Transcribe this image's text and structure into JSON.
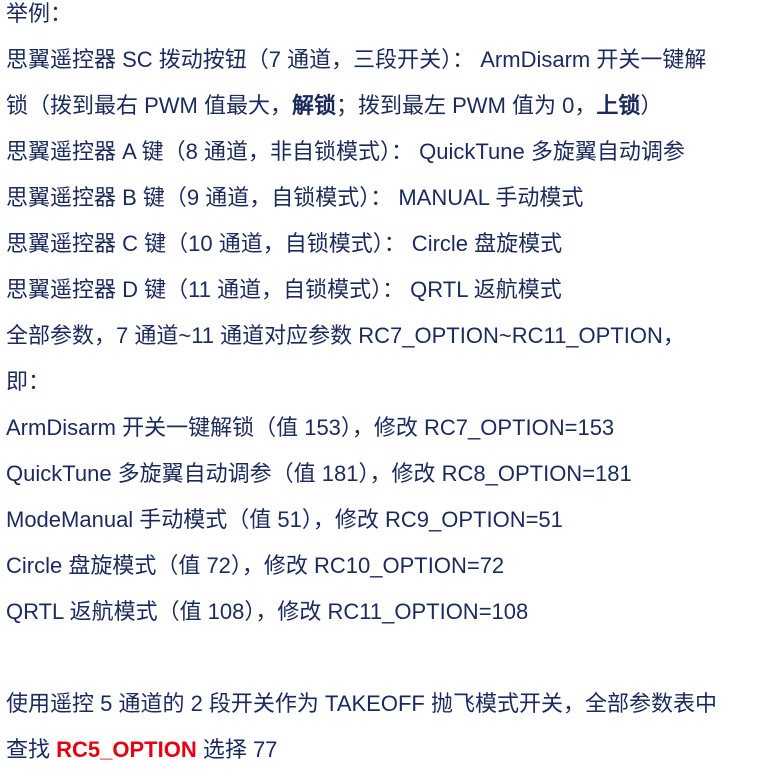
{
  "heading": "举例：",
  "sc_line1": "思翼遥控器 SC 拨动按钮（7 通道，三段开关）： ArmDisarm 开关一键解",
  "sc_line2": {
    "a": "锁（拨到最右 PWM 值最大，",
    "b": "解锁",
    "c": "；拨到最左 PWM 值为 0，",
    "d": "上锁",
    "e": "）"
  },
  "key_lines": [
    "思翼遥控器 A 键（8 通道，非自锁模式）： QuickTune 多旋翼自动调参",
    "思翼遥控器 B 键（9 通道，自锁模式）： MANUAL 手动模式",
    "思翼遥控器 C 键（10 通道，自锁模式）： Circle 盘旋模式",
    "思翼遥控器 D 键（11 通道，自锁模式）： QRTL 返航模式"
  ],
  "params_line1": "全部参数，7 通道~11 通道对应参数 RC7_OPTION~RC11_OPTION，",
  "params_line2": "即：",
  "option_lines": [
    "ArmDisarm 开关一键解锁（值 153），修改 RC7_OPTION=153",
    "QuickTune 多旋翼自动调参（值 181），修改 RC8_OPTION=181",
    "ModeManual 手动模式（值 51），修改 RC9_OPTION=51",
    "Circle 盘旋模式（值 72），修改 RC10_OPTION=72",
    "QRTL 返航模式（值 108），修改 RC11_OPTION=108"
  ],
  "takeoff_line1": "使用遥控 5 通道的 2 段开关作为 TAKEOFF 抛飞模式开关，全部参数表中",
  "takeoff_line2": {
    "a": "查找 ",
    "param": "RC5_OPTION",
    "b": " 选择 77"
  },
  "colors": {
    "text": "#1b2a5c",
    "highlight": "#e60012"
  }
}
